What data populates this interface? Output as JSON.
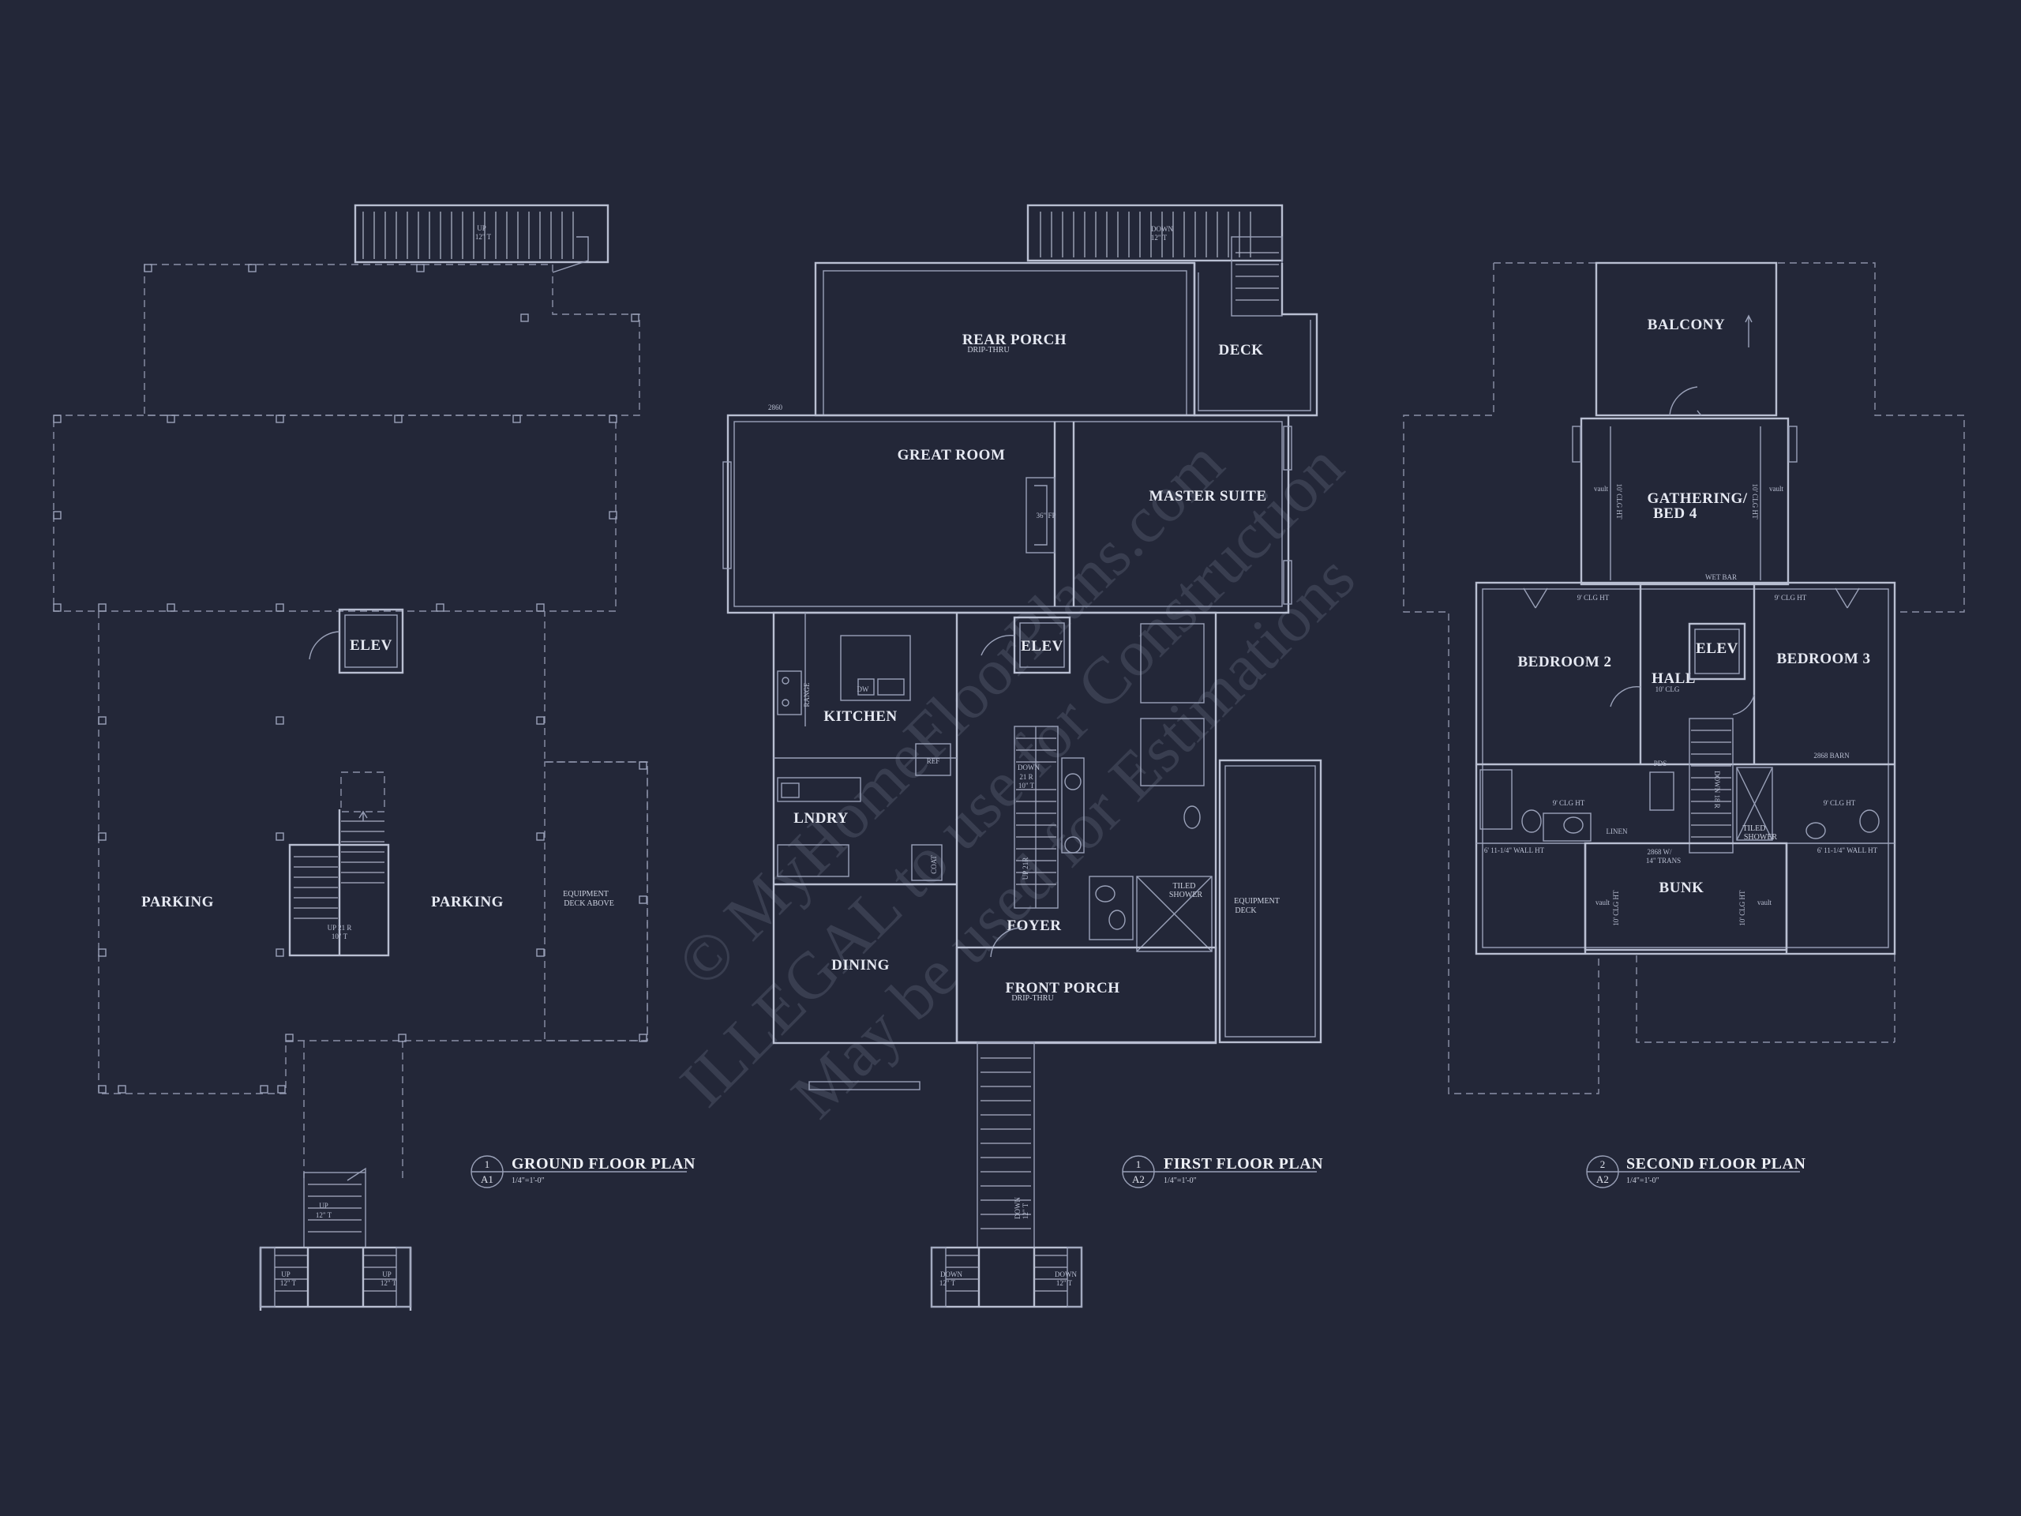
{
  "watermark": {
    "line1": "© MyHomeFloorPlans.com",
    "line2": "ILLEGAL to use for Construction",
    "line3": "May be used for Estimations"
  },
  "ground_floor": {
    "title": "GROUND FLOOR PLAN",
    "tag_num": "1",
    "tag_sheet": "A1",
    "scale": "1/4\"=1'-0\"",
    "rooms": {
      "elev": "ELEV",
      "parking_left": "PARKING",
      "parking_right": "PARKING",
      "equip_deck": "EQUIPMENT",
      "equip_deck2": "DECK ABOVE"
    },
    "notes": {
      "rear_stair": "UP",
      "rear_stair_r": "12\" T",
      "main_stair": "UP 21 R",
      "main_stair_t": "10\" T",
      "front_stair": "UP",
      "front_stair_t": "12\" T",
      "landing_left": "UP",
      "landing_left_t": "12\" T",
      "landing_right": "UP",
      "landing_right_t": "12\" T"
    }
  },
  "first_floor": {
    "title": "FIRST FLOOR PLAN",
    "tag_num": "1",
    "tag_sheet": "A2",
    "scale": "1/4\"=1'-0\"",
    "rooms": {
      "rear_porch": "REAR PORCH",
      "rear_porch_sub": "DRIP-THRU",
      "deck": "DECK",
      "great_room": "GREAT ROOM",
      "master_suite": "MASTER SUITE",
      "elev": "ELEV",
      "kitchen": "KITCHEN",
      "lndry": "LNDRY",
      "dining": "DINING",
      "foyer": "FOYER",
      "front_porch": "FRONT PORCH",
      "front_porch_sub": "DRIP-THRU",
      "equip_deck": "EQUIPMENT",
      "equip_deck2": "DECK",
      "tiled_shower": "TILED",
      "tiled_shower2": "SHOWER"
    },
    "notes": {
      "top_stair": "DOWN",
      "top_stair_t": "12\" T",
      "door_2860": "2860",
      "fp": "36\" FP",
      "dw": "DW",
      "range": "RANGE",
      "ref": "REF",
      "coat": "COAT",
      "stair_down": "DOWN",
      "stair_down_r": "21 R",
      "stair_down_t": "10\" T",
      "stair_up": "UP 21R",
      "front_stair": "DOWN",
      "front_stair_t": "12\" T",
      "landing_left": "DOWN",
      "landing_left_t": "12\" T",
      "landing_right": "DOWN",
      "landing_right_t": "12\" T"
    }
  },
  "second_floor": {
    "title": "SECOND FLOOR PLAN",
    "tag_num": "2",
    "tag_sheet": "A2",
    "scale": "1/4\"=1'-0\"",
    "rooms": {
      "balcony": "BALCONY",
      "gathering": "GATHERING/",
      "gathering2": "BED 4",
      "bedroom2": "BEDROOM 2",
      "bedroom3": "BEDROOM 3",
      "hall": "HALL",
      "hall_sub": "10' CLG",
      "elev": "ELEV",
      "bunk": "BUNK",
      "tiled_shower": "TILED",
      "tiled_shower2": "SHOWER"
    },
    "notes": {
      "wet_bar": "WET BAR",
      "clg_left": "9' CLG HT",
      "clg_right": "9' CLG HT",
      "clg_bath_left": "9' CLG HT",
      "clg_bath_right": "9' CLG HT",
      "clg_gather_l": "10' CLG HT",
      "clg_gather_r": "10' CLG HT",
      "clg_bunk_l": "10' CLG HT",
      "clg_bunk_r": "10' CLG HT",
      "vault": "vault",
      "wall_ht_left": "6' 11-1/4\" WALL HT",
      "wall_ht_right": "6' 11-1/4\" WALL HT",
      "barn": "2868 BARN",
      "linen": "LINEN",
      "pds": "PDS",
      "trans": "2868 W/",
      "trans2": "14\" TRANS",
      "down": "DOWN 18 R"
    }
  }
}
